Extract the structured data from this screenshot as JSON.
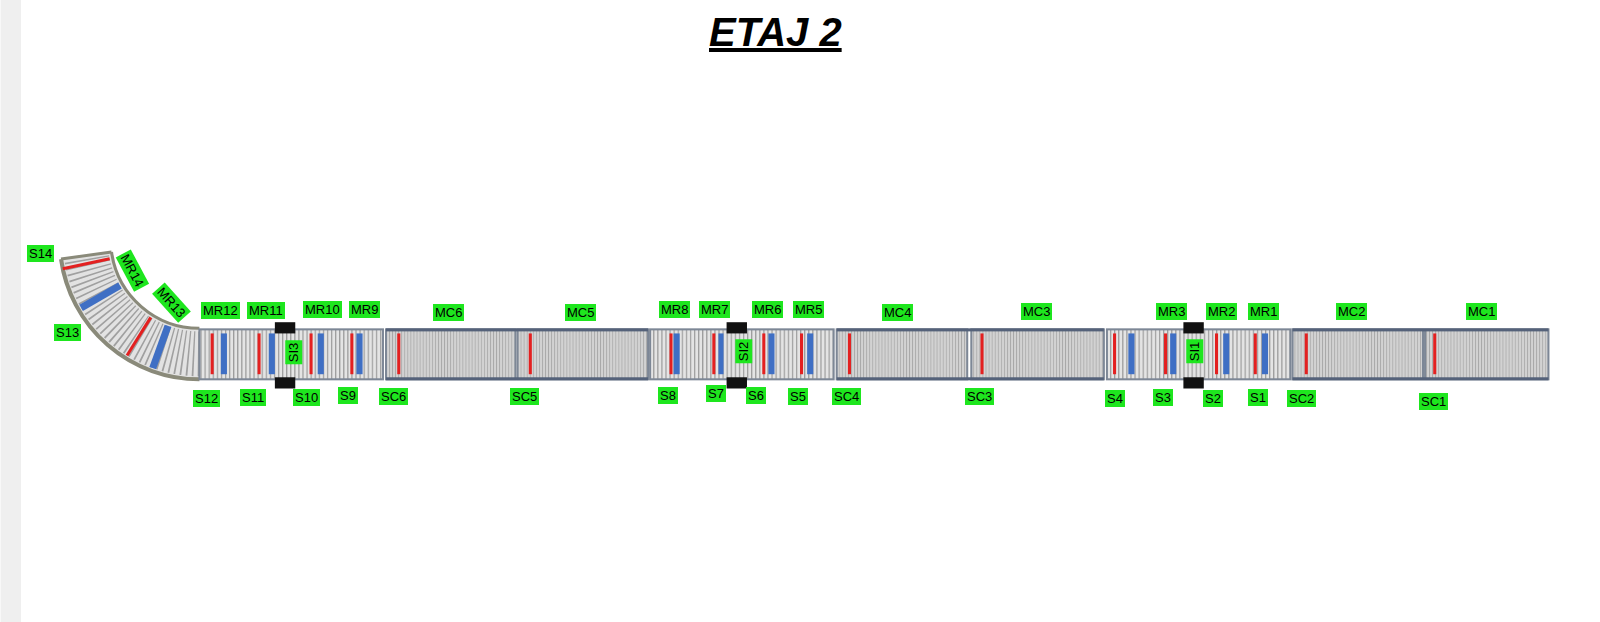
{
  "diagram": {
    "title": "ETAJ 2",
    "labels": [
      "S14",
      "MR14",
      "MR13",
      "MR12",
      "MR11",
      "MR10",
      "MR9",
      "MC6",
      "MC5",
      "MR8",
      "MR7",
      "MR6",
      "MR5",
      "MC4",
      "MC3",
      "MR3",
      "MR2",
      "MR1",
      "MC2",
      "MC1",
      "S13",
      "SI3",
      "SI2",
      "SI1",
      "S12",
      "S11",
      "S10",
      "S9",
      "SC6",
      "SC5",
      "S8",
      "S7",
      "S6",
      "S5",
      "SC4",
      "SC3",
      "S4",
      "S3",
      "S2",
      "S1",
      "SC2",
      "SC1"
    ]
  }
}
